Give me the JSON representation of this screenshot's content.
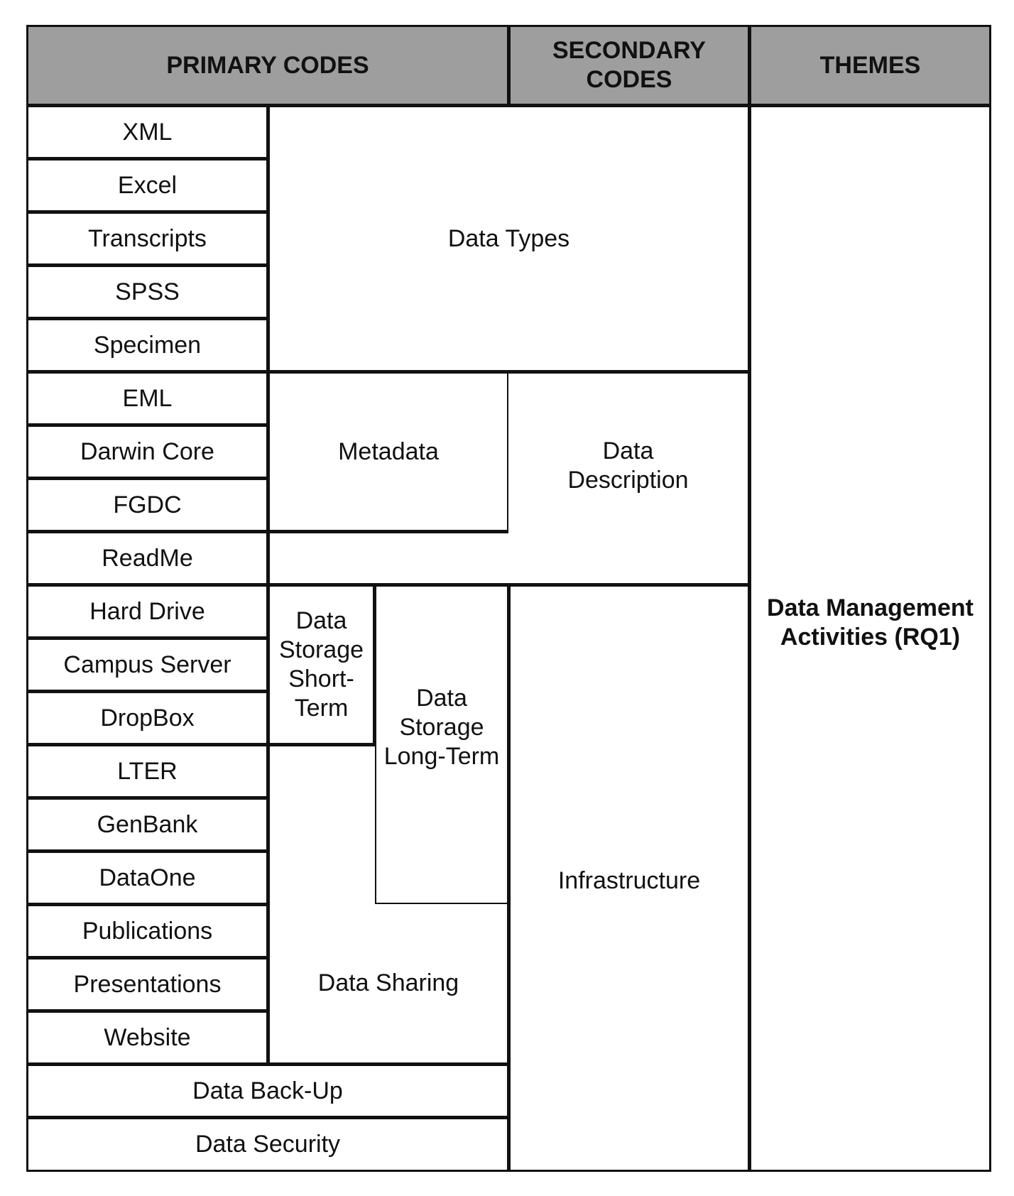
{
  "headers": {
    "primary": "PRIMARY CODES",
    "secondary": "SECONDARY\nCODES",
    "themes": "THEMES"
  },
  "primary_codes": [
    "XML",
    "Excel",
    "Transcripts",
    "SPSS",
    "Specimen",
    "EML",
    "Darwin Core",
    "FGDC",
    "ReadMe",
    "Hard Drive",
    "Campus Server",
    "DropBox",
    "LTER",
    "GenBank",
    "DataOne",
    "Publications",
    "Presentations",
    "Website",
    "Data Back-Up",
    "Data Security"
  ],
  "secondary_codes": {
    "data_types": "Data Types",
    "metadata": "Metadata",
    "data_description": "Data\nDescription",
    "storage_short": "Data\nStorage\nShort-\nTerm",
    "storage_long": "Data\nStorage\nLong-Term",
    "data_sharing": "Data Sharing",
    "infrastructure": "Infrastructure"
  },
  "themes": {
    "rq1": "Data Management\nActivities (RQ1)"
  }
}
